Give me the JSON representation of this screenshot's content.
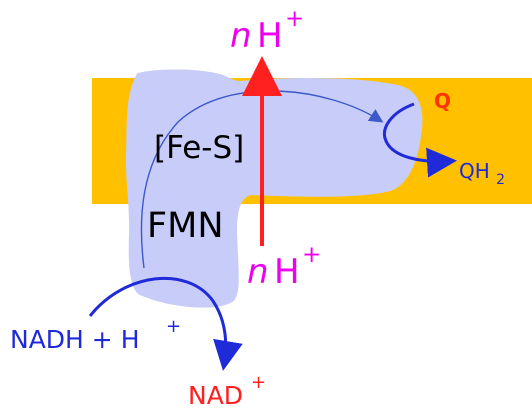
{
  "diagram": {
    "labels": {
      "fe_s": "[Fe-S]",
      "fmn": "FMN",
      "q": "Q",
      "qh2_main": "QH",
      "qh2_sub": "2",
      "nadh": "NADH + H",
      "nadh_sup": "+",
      "nad": "NAD",
      "nad_sup": "+",
      "top_n": "n",
      "top_h": "H",
      "top_plus": "+",
      "bottom_n": "n",
      "bottom_h": "H",
      "bottom_plus": "+"
    },
    "colors": {
      "membrane": "#ffc000",
      "complex": "#c8ccf8",
      "blue": "#1f2ad8",
      "red": "#ff2020",
      "magenta": "#ee00ee",
      "black": "#000000",
      "q_red": "#ff3300"
    }
  }
}
